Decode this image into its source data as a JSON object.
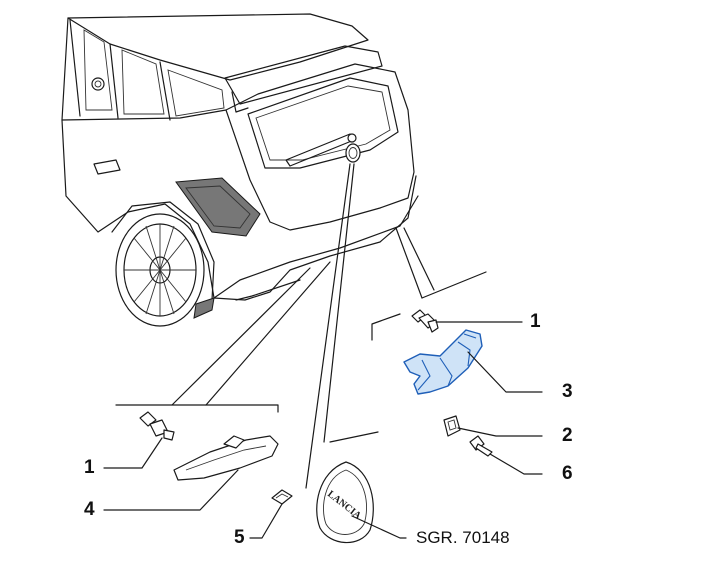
{
  "diagram": {
    "reference": "SGR. 70148",
    "callouts": [
      {
        "id": "c1-right",
        "label": "1"
      },
      {
        "id": "c3",
        "label": "3"
      },
      {
        "id": "c2",
        "label": "2"
      },
      {
        "id": "c6",
        "label": "6"
      },
      {
        "id": "c1-left",
        "label": "1"
      },
      {
        "id": "c4",
        "label": "4"
      },
      {
        "id": "c5",
        "label": "5"
      }
    ],
    "emblem_text": "LANCIA",
    "colors": {
      "line": "#1a1a1a",
      "highlight_fill": "#cfe3f7",
      "highlight_stroke": "#1f5fb8"
    }
  }
}
